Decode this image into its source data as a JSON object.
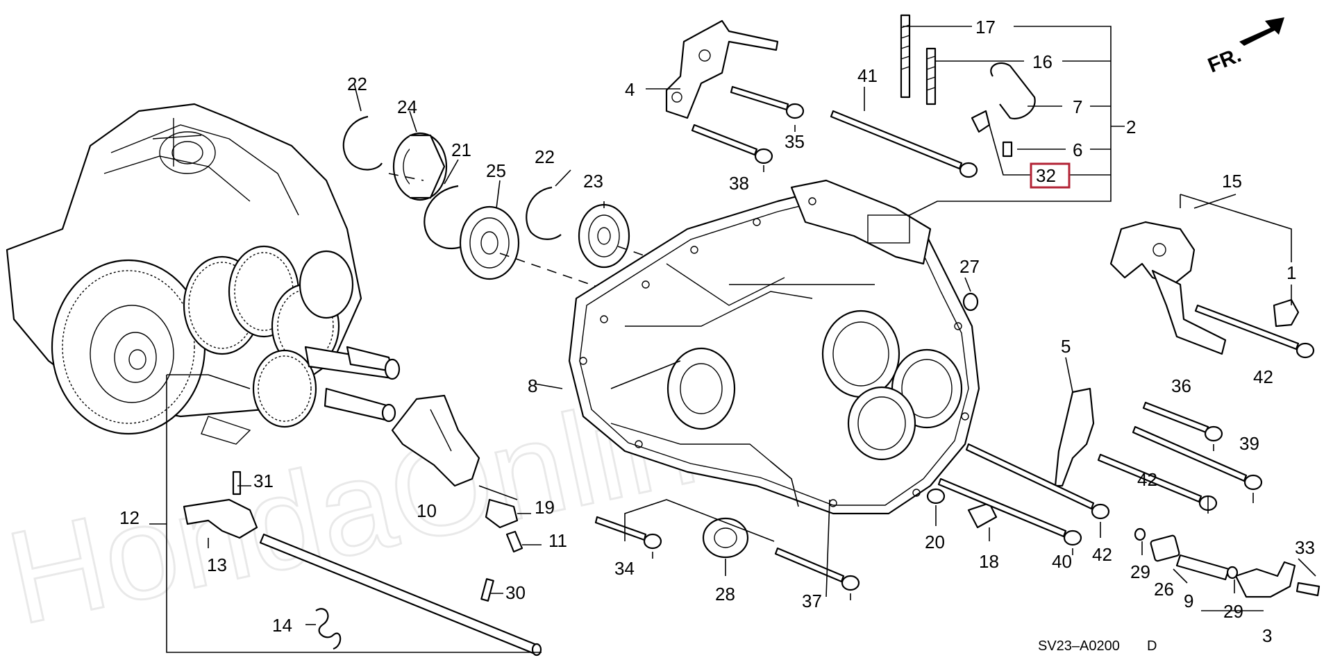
{
  "diagram": {
    "watermark": "HondaOnline.ru",
    "direction_label": "FR.",
    "diagram_code": "SV23–A0200",
    "diagram_code_suffix": "D",
    "highlight_color": "#b22234",
    "callouts": {
      "c1": "1",
      "c2": "2",
      "c3": "3",
      "c4": "4",
      "c5": "5",
      "c6": "6",
      "c7": "7",
      "c8": "8",
      "c9": "9",
      "c10": "10",
      "c11": "11",
      "c12": "12",
      "c13": "13",
      "c14": "14",
      "c15": "15",
      "c16": "16",
      "c17": "17",
      "c18": "18",
      "c19": "19",
      "c20": "20",
      "c21": "21",
      "c22a": "22",
      "c22b": "22",
      "c23": "23",
      "c24": "24",
      "c25": "25",
      "c26": "26",
      "c27": "27",
      "c28": "28",
      "c29a": "29",
      "c29b": "29",
      "c30": "30",
      "c31": "31",
      "c32": "32",
      "c33": "33",
      "c34": "34",
      "c35": "35",
      "c36": "36",
      "c37": "37",
      "c38": "38",
      "c39": "39",
      "c40": "40",
      "c41": "41",
      "c42a": "42",
      "c42b": "42",
      "c42c": "42"
    }
  }
}
